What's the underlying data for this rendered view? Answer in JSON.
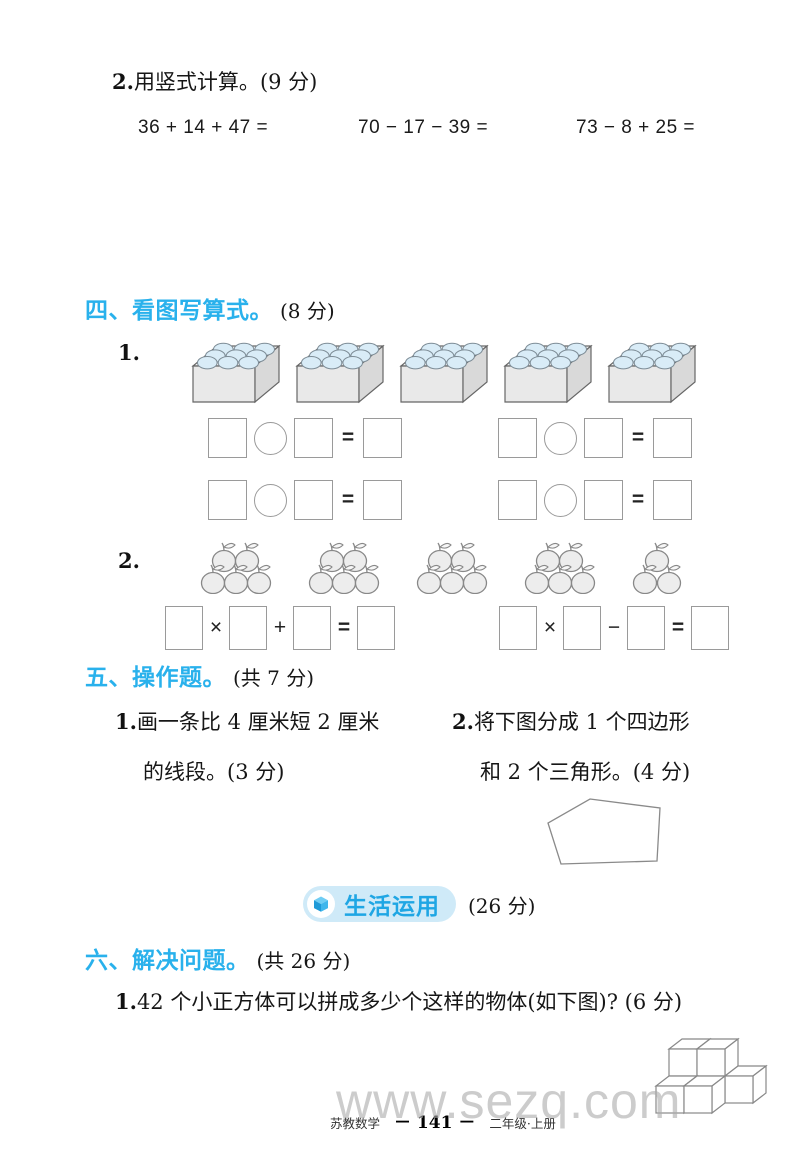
{
  "colors": {
    "accent_blue": "#29b1ec",
    "banner_bg": "#cfeaf8",
    "banner_text": "#1fa6e4",
    "egg_fill": "#d9ecf7",
    "watermark_gray": "#adadad"
  },
  "calc_section": {
    "number": "2.",
    "title": "用竖式计算。",
    "points": "(9 分)",
    "equations": [
      "36 + 14 + 47 =",
      "70 − 17 − 39 =",
      "73 − 8 + 25 ="
    ]
  },
  "section_four": {
    "label": "四、看图写算式。",
    "points": "(8 分)",
    "item1_number": "1.",
    "item2_number": "2."
  },
  "operators": {
    "times": "×",
    "plus": "+",
    "minus": "−",
    "equals": "="
  },
  "section_five": {
    "label": "五、操作题。",
    "points": "(共 7 分)",
    "item1_number": "1.",
    "item1_line1": "画一条比 4 厘米短 2 厘米",
    "item1_line2": "的线段。(3 分)",
    "item2_number": "2.",
    "item2_line1": "将下图分成 1 个四边形",
    "item2_line2": "和 2 个三角形。(4 分)"
  },
  "banner": {
    "label": "生活运用",
    "points": "(26 分)"
  },
  "section_six": {
    "label": "六、解决问题。",
    "points": "(共 26 分)",
    "item1_number": "1.",
    "item1_text": "42 个小正方体可以拼成多少个这样的物体(如下图)? (6 分)"
  },
  "footer": {
    "book": "苏教数学",
    "page_label": "－ 141 －",
    "grade": "二年级·上册"
  },
  "watermark": "www.sezq.com",
  "figures": {
    "egg_boxes": {
      "count": 5,
      "eggs_per_box": 9,
      "egg_layout": "3x3"
    },
    "apple_groups": [
      5,
      5,
      5,
      5,
      3
    ],
    "blank_equation_templates": {
      "circle_operator_rows": 4,
      "multiply_add_row": "□ × □ + □ = □",
      "multiply_subtract_row": "□ × □ − □ = □"
    },
    "pentagon": "irregular five-sided polygon",
    "cube_object": "solid built from small cubes (5 visible)"
  }
}
